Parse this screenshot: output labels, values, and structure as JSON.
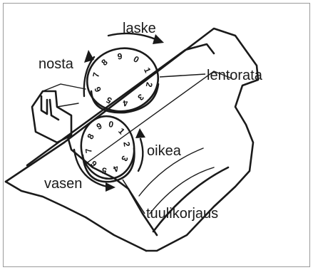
{
  "labels": {
    "laske": "laske",
    "nosta": "nosta",
    "lentorata": "lentorata",
    "oikea": "oikea",
    "vasen": "vasen",
    "tuulikorjaus": "tuulikorjaus"
  },
  "dials": {
    "upper": [
      "0",
      "1",
      "2",
      "3",
      "4",
      "5",
      "6",
      "7",
      "8",
      "9"
    ],
    "lower": [
      "0",
      "1",
      "2",
      "3",
      "4",
      "5",
      "6",
      "7",
      "8",
      "9"
    ]
  }
}
